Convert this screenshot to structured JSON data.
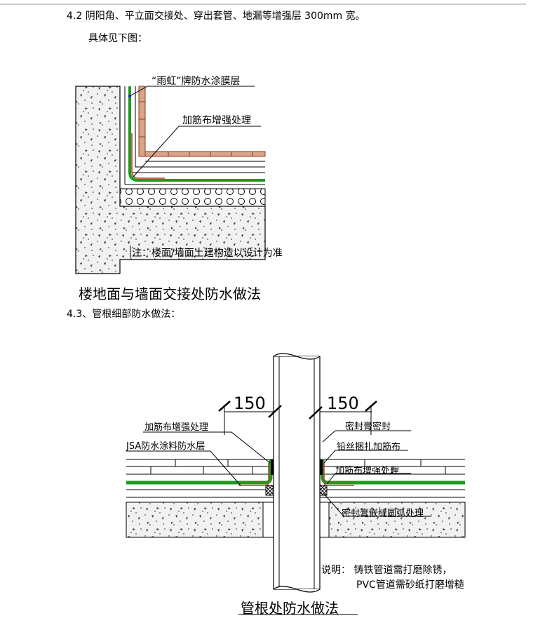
{
  "section_42": {
    "heading": "4.2 阴阳角、平立面交接处、穿出套管、地漏等增强层 300mm 宽。",
    "subtext": "具体见下图："
  },
  "figure1": {
    "label_coating": "“雨虹”牌防水涂膜层",
    "label_reinforce": "加筋布增强处理",
    "note": "注：楼面/墙面土建构造以设计为准",
    "caption": "楼地面与墙面交接处防水做法"
  },
  "section_43": {
    "heading": "4.3、管根细部防水做法："
  },
  "figure2": {
    "dim_left": "150",
    "dim_right": "150",
    "label_reinforce_left": "加筋布增强处理",
    "label_jsa": "JSA防水涂料防水层",
    "label_sealant": "密封膏密封",
    "label_wire": "铅丝捆扎加筋布",
    "label_reinforce_right": "加筋布增强处理",
    "label_groove": "密封膏嵌缝圆弧处理",
    "note_line1": "说明：  铸铁管道需打磨除锈，",
    "note_line2": "PVC管道需砂纸打磨增糙",
    "caption": "管根处防水做法"
  }
}
